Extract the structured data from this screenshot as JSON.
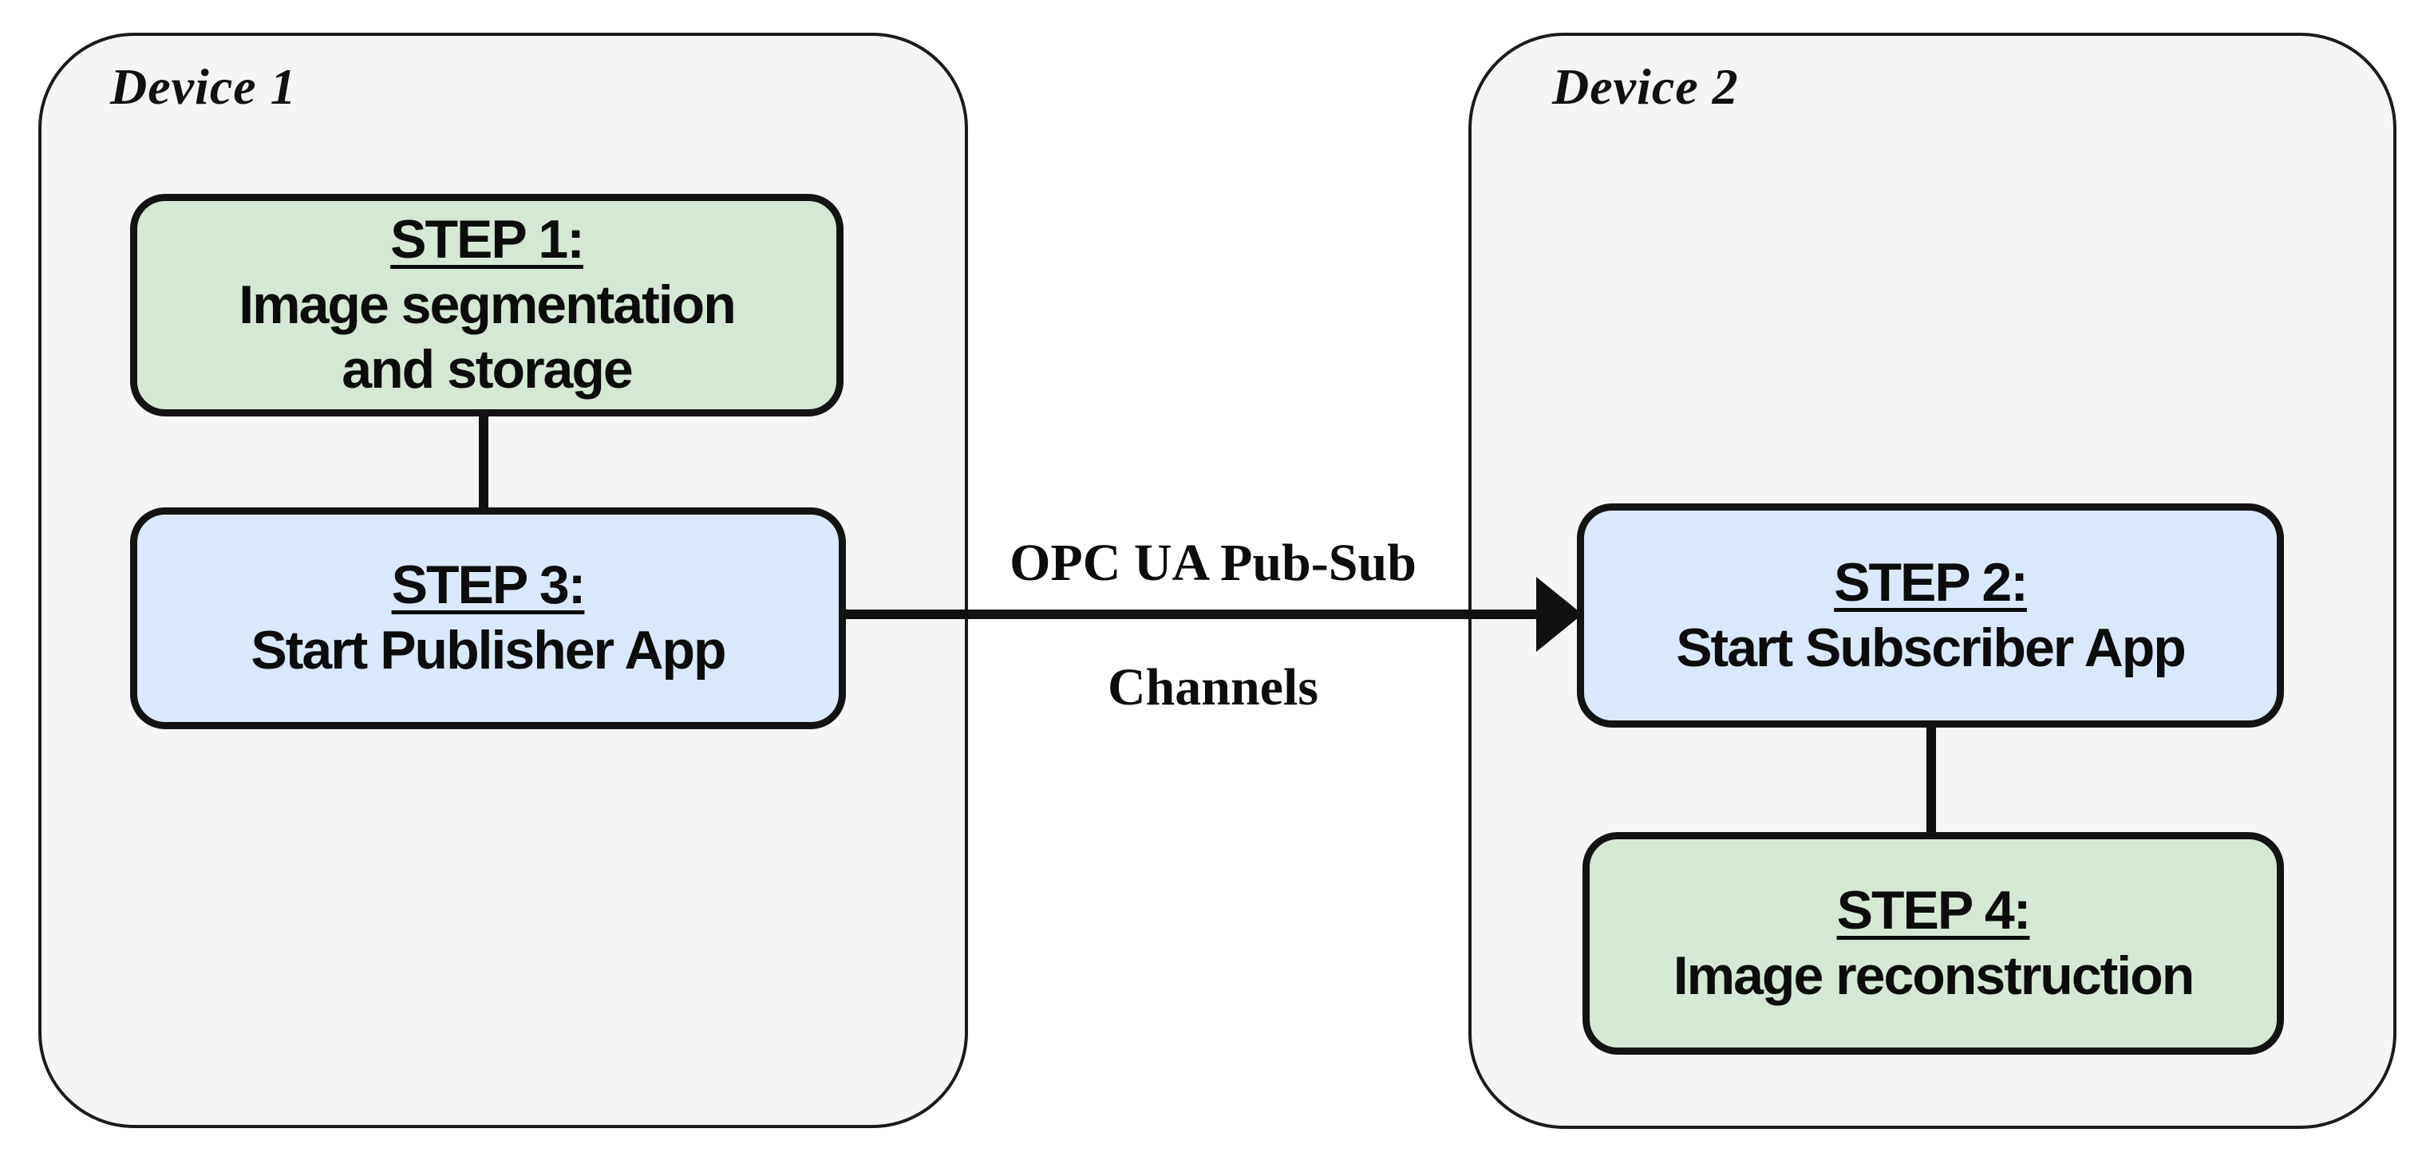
{
  "device1": {
    "label": "Device 1"
  },
  "device2": {
    "label": "Device 2"
  },
  "step1": {
    "title": "STEP 1:",
    "line1": "Image segmentation",
    "line2": "and storage"
  },
  "step3": {
    "title": "STEP 3:",
    "line1": "Start Publisher App"
  },
  "step2": {
    "title": "STEP 2:",
    "line1": "Start Subscriber App"
  },
  "step4": {
    "title": "STEP 4:",
    "line1": "Image reconstruction"
  },
  "arrow": {
    "label_top": "OPC UA Pub-Sub",
    "label_bottom": "Channels"
  },
  "colors": {
    "green_fill": "#d5e8d4",
    "blue_fill": "#dae8fc",
    "device_fill": "#f5f5f5",
    "line_color": "#111111",
    "stroke": "#131313"
  }
}
